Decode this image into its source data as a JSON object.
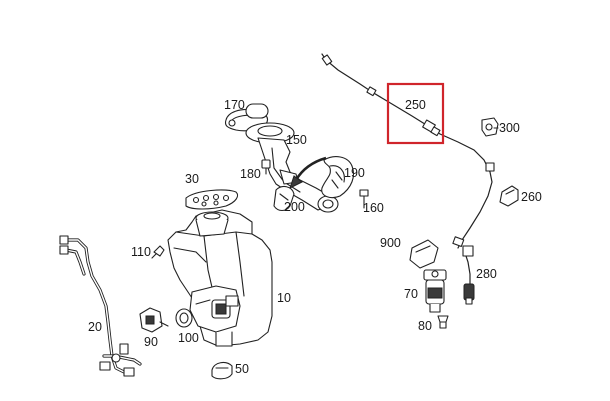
{
  "colors": {
    "highlight": "#d0252b",
    "line": "#222222",
    "background": "#ffffff"
  },
  "callouts": {
    "p10": "10",
    "p20": "20",
    "p30": "30",
    "p50": "50",
    "p70": "70",
    "p80": "80",
    "p90": "90",
    "p100": "100",
    "p110": "110",
    "p150": "150",
    "p160": "160",
    "p170": "170",
    "p180": "180",
    "p190": "190",
    "p200": "200",
    "p250": "250",
    "p260": "260",
    "p280": "280",
    "p300": "300",
    "p900": "900"
  },
  "highlighted_part": "250"
}
